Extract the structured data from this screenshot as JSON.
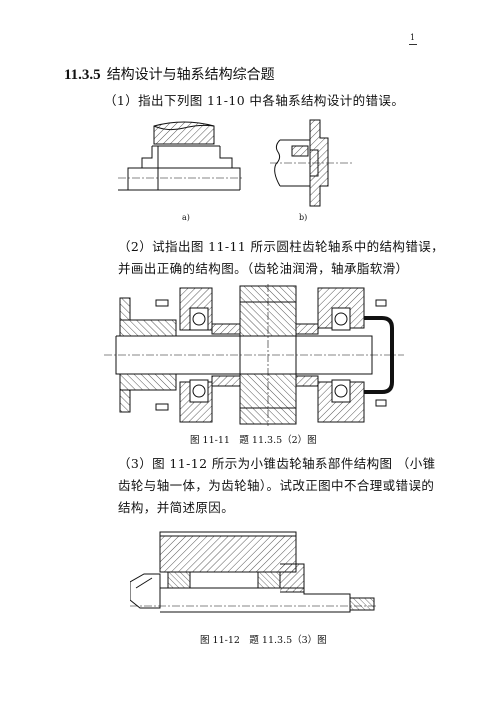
{
  "page_number": "1",
  "section": {
    "number": "11.3.5",
    "title": "结构设计与轴系结构综合题"
  },
  "questions": [
    {
      "line1": "（1）指出下列图 11-10 中各轴系结构设计的错误。"
    },
    {
      "line1": "（2）试指出图 11-11 所示圆柱齿轮轴系中的结构错误，",
      "line2": "并画出正确的结构图。（齿轮油润滑，轴承脂软滑）"
    },
    {
      "line1": "（3）图 11-12 所示为小锥齿轮轴系部件结构图 （小锥",
      "line2": "齿轮与轴一体，为齿轮轴）。试改正图中不合理或错误的",
      "line3": "结构，并简述原因。"
    }
  ],
  "figures": {
    "fig_11_10": {
      "label_a": "a)",
      "label_b": "b)"
    },
    "fig_11_11": {
      "caption": "图 11-11　题 11.3.5（2）图"
    },
    "fig_11_12": {
      "caption": "图 11-12　题 11.3.5（3）图"
    }
  }
}
